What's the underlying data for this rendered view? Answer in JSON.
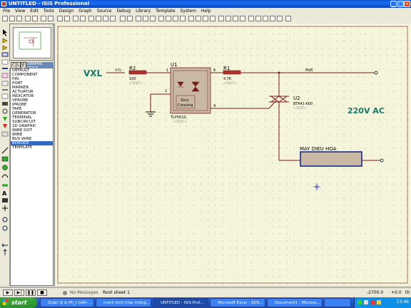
{
  "window": {
    "title": "UNTITLED - ISIS Professional"
  },
  "menu": [
    "File",
    "View",
    "Edit",
    "Tools",
    "Design",
    "Graph",
    "Source",
    "Debug",
    "Library",
    "Template",
    "System",
    "Help"
  ],
  "panel": {
    "tab1": "C",
    "tab2": "L",
    "tab3": "E",
    "label": "GRAPHIC STYLE"
  },
  "list_items": [
    "DEFAULT",
    "COMPONENT",
    "PIN",
    "PORT",
    "MARKER",
    "ACTUATOR",
    "INDICATOR",
    "VPROBE",
    "IPROBE",
    "TAPE",
    "GENERATOR",
    "TERMINAL",
    "SUBCIRCUIT",
    "2D GRAPHIC",
    "WIRE DOT",
    "WIRE",
    "BUS WIRE",
    "BORDER",
    "TEMPLATE"
  ],
  "selected_item": "BORDER",
  "schematic": {
    "vxl_big": "VXL",
    "vxl_net": "VXL",
    "r2_ref": "R2",
    "r2_val": "100",
    "r2_text": "<TEXT>",
    "u1_ref": "U1",
    "u1_part": "TLP561G",
    "u1_text": "<TEXT>",
    "zero_crossing": [
      "Zero",
      "Crossing"
    ],
    "pin1": "1",
    "pin2": "2",
    "pin4": "4",
    "pin6": "6",
    "r1_ref": "R1",
    "r1_val": "4.7K",
    "r1_text": "<TEXT>",
    "hot_label": "Hot",
    "u2_ref": "U2",
    "u2_part": "BTA41-600",
    "u2_text": "<TEXT>",
    "ac_label": "220V AC",
    "load_label": "MAY DIEU HOA"
  },
  "status": {
    "message": "No Messages",
    "sheet": "Root sheet 1",
    "x": "-2700.0",
    "y": "+0.0",
    "unit": "th"
  },
  "taskbar": {
    "start": "start",
    "tasks": [
      "Quản lý & Ph_t triển ...",
      "mach kich triac thông ...",
      "UNTITLED - ISIS Prof...",
      "Microsoft Excel - ADS...",
      "Document1 - Microso...",
      ""
    ],
    "clock": "13:46"
  },
  "colors": {
    "wire": "#7a1a1a",
    "label": "#1a7a6a",
    "part": "#8b1a1a",
    "grid": "#f5f5dc"
  }
}
